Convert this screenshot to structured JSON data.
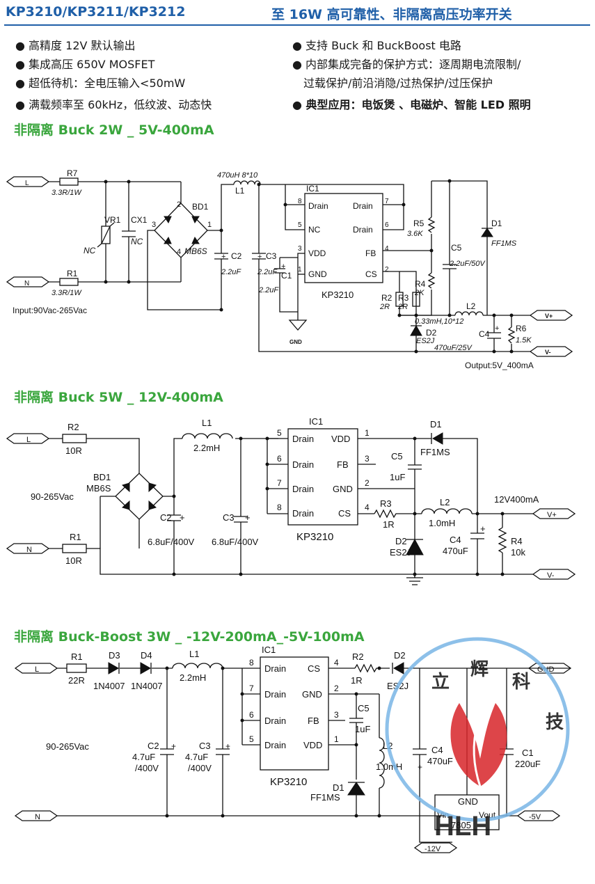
{
  "header": {
    "part_numbers": "KP3210/KP3211/KP3212",
    "tagline": "至 16W 高可靠性、非隔离高压功率开关"
  },
  "features": {
    "left": [
      "高精度 12V 默认输出",
      "集成高压 650V MOSFET",
      "超低待机：全电压输入<50mW",
      "满载频率至 60kHz，低纹波、动态快"
    ],
    "right": [
      "支持 Buck 和 BuckBoost 电路",
      "内部集成完备的保护方式：逐周期电流限制/",
      "过载保护/前沿消隐/过热保护/过压保护",
      "典型应用：电饭煲 、电磁炉、智能 LED 照明"
    ]
  },
  "circuit1": {
    "title": "非隔离 Buck 2W _ 5V-400mA",
    "L": "L",
    "N": "N",
    "R7": "R7",
    "R7_val": "3.3R/1W",
    "R1": "R1",
    "R1_val": "3.3R/1W",
    "VR1": "VR1",
    "VR1_val": "NC",
    "CX1": "CX1",
    "CX1_val": "NC",
    "BD1": "BD1",
    "BD1_val": "MB6S",
    "L1_val": "470uH 8*10",
    "L1": "L1",
    "C2": "C2",
    "C2_val": "2.2uF",
    "C3": "C3",
    "C3_val": "2.2uF",
    "C1": "C1",
    "C1_val": "2.2uF",
    "IC1": "IC1",
    "ic_name": "KP3210",
    "pins": [
      "Drain",
      "Drain",
      "NC",
      "Drain",
      "VDD",
      "FB",
      "GND",
      "CS"
    ],
    "pin_nums": [
      "8",
      "7",
      "5",
      "6",
      "3",
      "4",
      "1",
      "2"
    ],
    "R5": "R5",
    "R5_val": "3.6K",
    "R4": "R4",
    "R4_val": "2K",
    "R2": "R2",
    "R2_val": "2R",
    "R3": "R3",
    "R3_val": "2R",
    "C5": "C5",
    "C5_val": "2.2uF/50V",
    "D1": "D1",
    "D1_val": "FF1MS",
    "L2": "L2",
    "L2_val": "0.33mH,10*12",
    "D2": "D2",
    "D2_val": "ES2J",
    "C4": "C4",
    "C4_val": "470uF/25V",
    "R6": "R6",
    "R6_val": "1.5K",
    "vplus": "V+",
    "vminus": "V-",
    "gnd": "GND",
    "input": "Input:90Vac-265Vac",
    "output": "Output:5V_400mA"
  },
  "circuit2": {
    "title": "非隔离 Buck 5W _ 12V-400mA",
    "L": "L",
    "N": "N",
    "R2": "R2",
    "R2_val": "10R",
    "R1": "R1",
    "R1_val": "10R",
    "BD1": "BD1",
    "BD1_val": "MB6S",
    "input": "90-265Vac",
    "L1": "L1",
    "L1_val": "2.2mH",
    "C2": "C2",
    "C2_val": "6.8uF/400V",
    "C3": "C3",
    "C3_val": "6.8uF/400V",
    "IC1": "IC1",
    "ic_name": "KP3210",
    "pins_left": [
      "Drain",
      "Drain",
      "Drain",
      "Drain"
    ],
    "pins_left_num": [
      "5",
      "6",
      "7",
      "8"
    ],
    "pins_right": [
      "VDD",
      "FB",
      "GND",
      "CS"
    ],
    "pins_right_num": [
      "1",
      "3",
      "2",
      "4"
    ],
    "D1": "D1",
    "D1_val": "FF1MS",
    "C5": "C5",
    "C5_val": "1uF",
    "R3": "R3",
    "R3_val": "1R",
    "L2": "L2",
    "L2_val": "1.0mH",
    "D2": "D2",
    "D2_val": "ES2J",
    "C4": "C4",
    "C4_val": "470uF",
    "R4": "R4",
    "R4_val": "10k",
    "output": "12V400mA",
    "vplus": "V+",
    "vminus": "V-"
  },
  "circuit3": {
    "title": "非隔离 Buck-Boost 3W _ -12V-200mA_-5V-100mA",
    "L": "L",
    "N": "N",
    "R1": "R1",
    "R1_val": "22R",
    "D3": "D3",
    "D3_val": "1N4007",
    "D4": "D4",
    "D4_val": "1N4007",
    "L1": "L1",
    "L1_val": "2.2mH",
    "input": "90-265Vac",
    "C2": "C2",
    "C2_val1": "4.7uF",
    "C2_val2": "/400V",
    "C3": "C3",
    "C3_val1": "4.7uF",
    "C3_val2": "/400V",
    "IC1": "IC1",
    "ic_name": "KP3210",
    "pins_left": [
      "Drain",
      "Drain",
      "Drain",
      "Drain"
    ],
    "pins_left_num": [
      "8",
      "7",
      "6",
      "5"
    ],
    "pins_right": [
      "CS",
      "GND",
      "FB",
      "VDD"
    ],
    "pins_right_num": [
      "4",
      "2",
      "3",
      "1"
    ],
    "R2": "R2",
    "R2_val": "1R",
    "C5": "C5",
    "C5_val": "1uF",
    "L2": "L2",
    "L2_val": "1.0mH",
    "D1": "D1",
    "D1_val": "FF1MS",
    "D2": "D2",
    "D2_val": "ES2J",
    "C4": "C4",
    "C4_val": "470uF",
    "C1": "C1",
    "C1_val": "220uF",
    "gnd": "GND",
    "reg_gnd": "GND",
    "reg_vin": "Vin",
    "reg_vout": "Vout",
    "reg_name": "7805",
    "out_gnd": "GND",
    "out_m5": "-5V",
    "out_m12": "-12V"
  },
  "stamp": {
    "brand": "HLH",
    "text": "立辉科技"
  }
}
